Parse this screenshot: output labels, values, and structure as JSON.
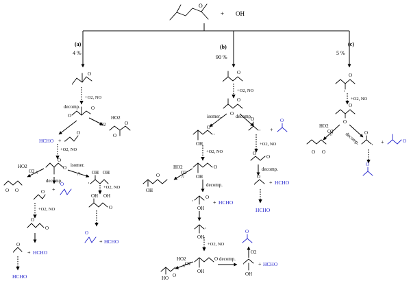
{
  "reactants": {
    "oh": "OH",
    "plus": "+"
  },
  "pathways": {
    "a": {
      "label": "(a)",
      "percent": "4 %"
    },
    "b": {
      "label": "(b)",
      "percent": "90 %"
    },
    "c": {
      "label": "(c)",
      "percent": "5 %"
    }
  },
  "conditions": {
    "o2_no": "+O2, NO"
  },
  "steps": {
    "decomp": "decomp.",
    "isomer": "isomer."
  },
  "species": {
    "hcho": "HCHO",
    "ho2": "HO2",
    "o2": "O2",
    "oh": "OH",
    "ho": "HO",
    "radical_o": "O",
    "ketone_o": "O",
    "plus": "+"
  },
  "colors": {
    "product_blue": "#2222cc",
    "ink": "#000000"
  }
}
